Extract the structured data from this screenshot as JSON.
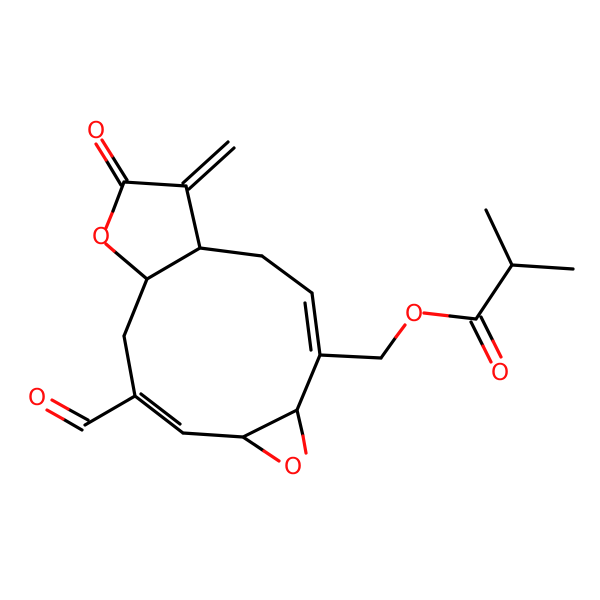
{
  "molecule": {
    "colors": {
      "carbon_bond": "#000000",
      "oxygen": "#ff0d0d",
      "background": "#ffffff"
    },
    "atoms": [
      {
        "id": "O_ketone",
        "element": "O",
        "label": "O"
      },
      {
        "id": "O_lactone",
        "element": "O",
        "label": "O"
      },
      {
        "id": "O_ester_link",
        "element": "O",
        "label": "O"
      },
      {
        "id": "O_ester_carbonyl",
        "element": "O",
        "label": "O"
      },
      {
        "id": "O_aldehyde",
        "element": "O",
        "label": "O"
      },
      {
        "id": "O_epoxide",
        "element": "O",
        "label": "O"
      }
    ]
  }
}
